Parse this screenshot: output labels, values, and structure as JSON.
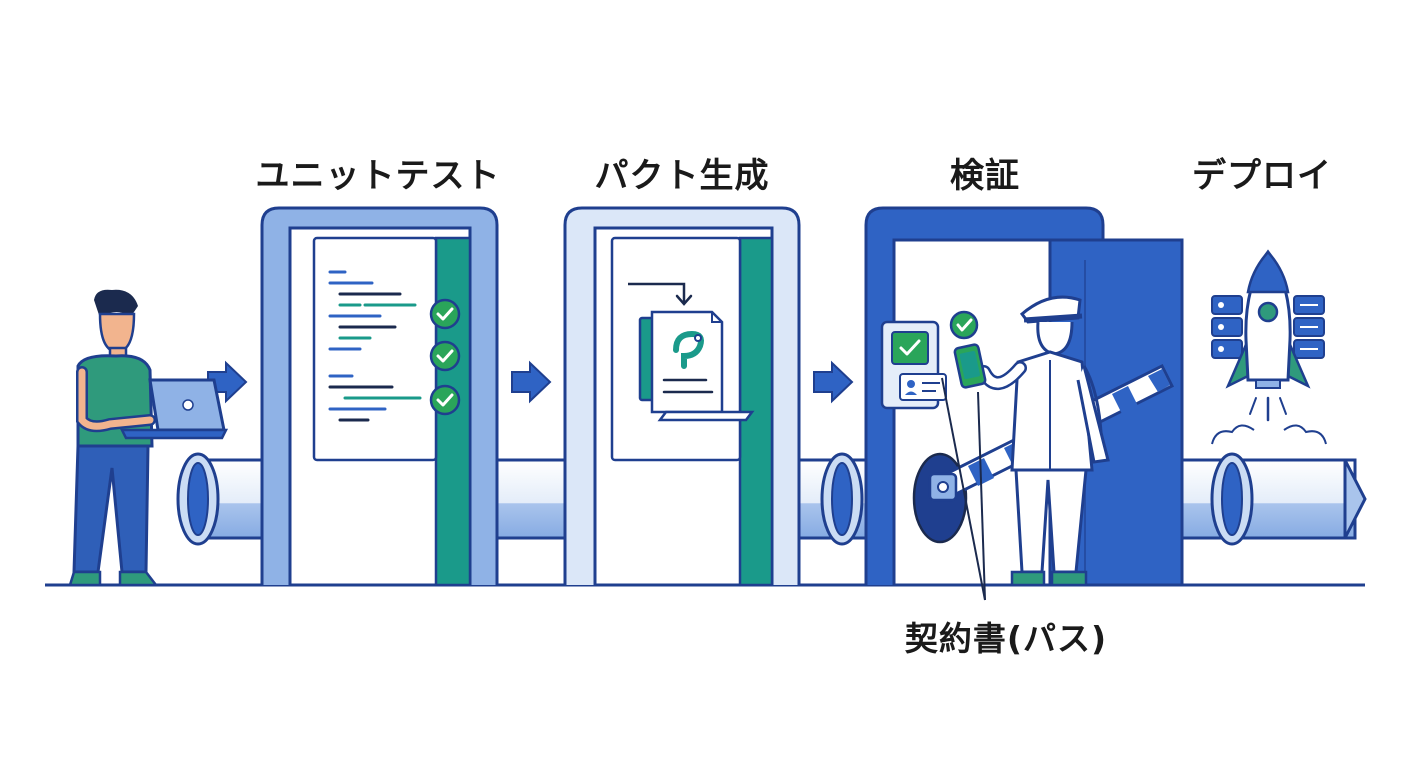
{
  "stages": [
    {
      "id": "unit",
      "label": "ユニットテスト"
    },
    {
      "id": "pact",
      "label": "パクト生成"
    },
    {
      "id": "verify",
      "label": "検証"
    },
    {
      "id": "deploy",
      "label": "デプロイ"
    }
  ],
  "callout": {
    "label": "契約書(パス)"
  },
  "colors": {
    "navy": "#1f3f8f",
    "blue": "#2f63c4",
    "light_blue": "#8fb2e6",
    "pale_blue": "#dbe7f8",
    "teal": "#1a9a8a",
    "green": "#2aa55a",
    "skin": "#f2b48e",
    "hair": "#1b2a4e",
    "shirt_green": "#2f9a7c",
    "pants_blue": "#2f5fb8"
  },
  "icons": [
    "developer-figure",
    "laptop-icon",
    "arrow-right-icon",
    "test-code-panel",
    "check-icon",
    "pact-document-icon",
    "pipeline-pipe",
    "id-card-icon",
    "smartphone-icon",
    "guard-figure",
    "barrier-gate",
    "server-icon",
    "rocket-icon"
  ]
}
